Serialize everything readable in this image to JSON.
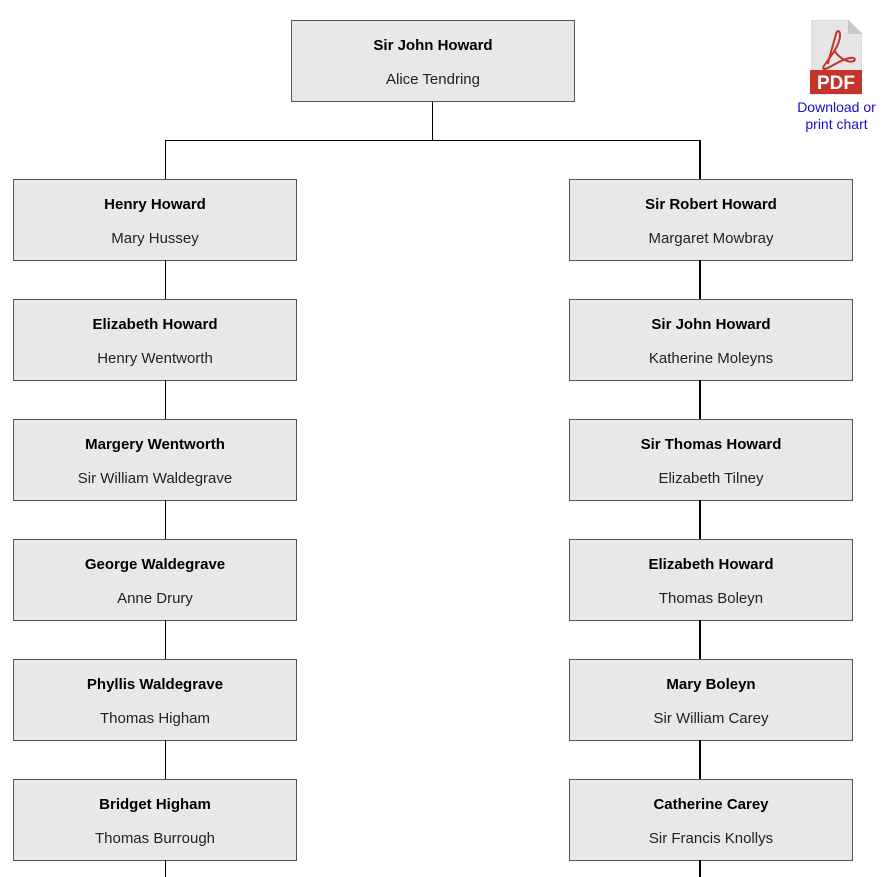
{
  "download": {
    "icon": "pdf-file-icon",
    "icon_label": "PDF",
    "link_text": "Download or print chart",
    "link_color": "#1a0dcc"
  },
  "colors": {
    "box_fill": "#e8e8e8",
    "box_border": "#555555",
    "connector": "#000000",
    "pdf_red": "#c5342c"
  },
  "root": {
    "name": "Sir John Howard",
    "spouse": "Alice Tendring"
  },
  "branches": [
    {
      "side": "left",
      "generations": [
        {
          "name": "Henry Howard",
          "spouse": "Mary Hussey"
        },
        {
          "name": "Elizabeth Howard",
          "spouse": "Henry Wentworth"
        },
        {
          "name": "Margery Wentworth",
          "spouse": "Sir William Waldegrave"
        },
        {
          "name": "George Waldegrave",
          "spouse": "Anne Drury"
        },
        {
          "name": "Phyllis Waldegrave",
          "spouse": "Thomas Higham"
        },
        {
          "name": "Bridget Higham",
          "spouse": "Thomas Burrough"
        }
      ]
    },
    {
      "side": "right",
      "generations": [
        {
          "name": "Sir Robert Howard",
          "spouse": "Margaret Mowbray"
        },
        {
          "name": "Sir John Howard",
          "spouse": "Katherine Moleyns"
        },
        {
          "name": "Sir Thomas Howard",
          "spouse": "Elizabeth Tilney"
        },
        {
          "name": "Elizabeth Howard",
          "spouse": "Thomas Boleyn"
        },
        {
          "name": "Mary Boleyn",
          "spouse": "Sir William Carey"
        },
        {
          "name": "Catherine Carey",
          "spouse": "Sir Francis Knollys"
        }
      ]
    }
  ]
}
